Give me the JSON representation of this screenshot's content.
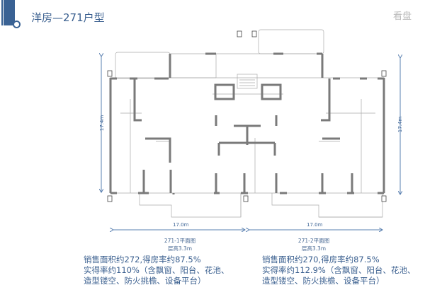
{
  "header": {
    "title": "洋房—271户型"
  },
  "dimensions": {
    "height_left": "17.4m",
    "height_right": "17.4m",
    "width_left": "17.0m",
    "width_right": "17.0m"
  },
  "plans": [
    {
      "name": "271-1平面图",
      "floor_height": "层高3.3m",
      "desc": [
        "销售面积约272,得房率约87.5%",
        "实得率约110%（含飘窗、阳台、花池、",
        "造型镂空、防火挑檐、设备平台）"
      ]
    },
    {
      "name": "271-2平面图",
      "floor_height": "层高3.3m",
      "desc": [
        "销售面积约270,得房率约87.5%",
        "实得率约112.9%（含飘窗、阳台、花池、",
        "造型镂空、防火挑檐、设备平台）"
      ]
    }
  ],
  "watermark": "看盘",
  "colors": {
    "accent": "#3a6294",
    "wall": "#7a7a7a"
  }
}
